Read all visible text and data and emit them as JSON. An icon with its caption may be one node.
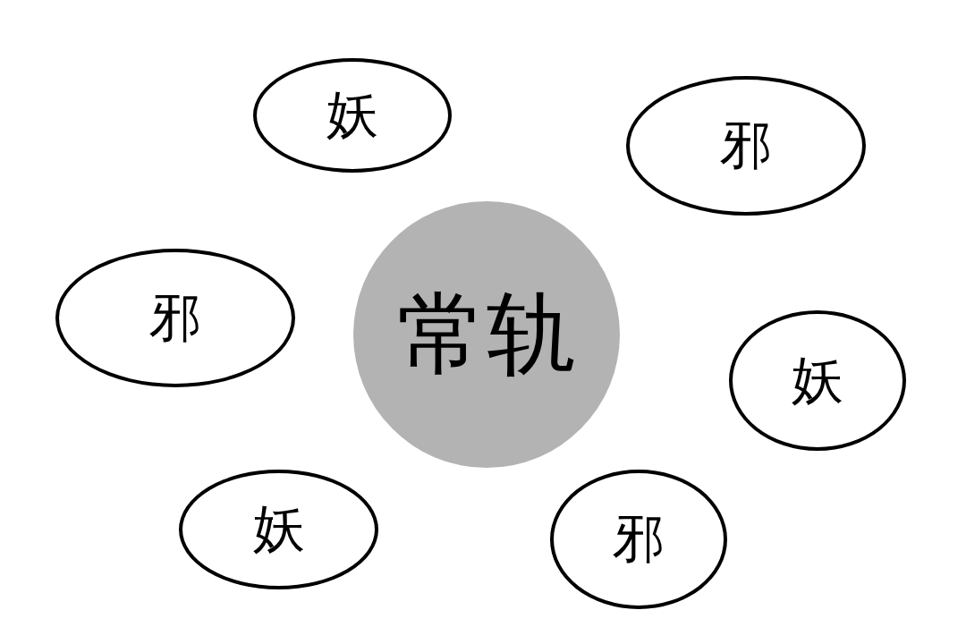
{
  "diagram": {
    "nodes": [
      {
        "text": [
          "妖"
        ]
      },
      {
        "text": [
          "邪"
        ]
      },
      {
        "text": [
          "邪"
        ]
      },
      {
        "text": [
          "常轨"
        ]
      },
      {
        "text": [
          "妖"
        ]
      },
      {
        "text": [
          "妖"
        ]
      },
      {
        "text": [
          "邪"
        ]
      }
    ]
  }
}
